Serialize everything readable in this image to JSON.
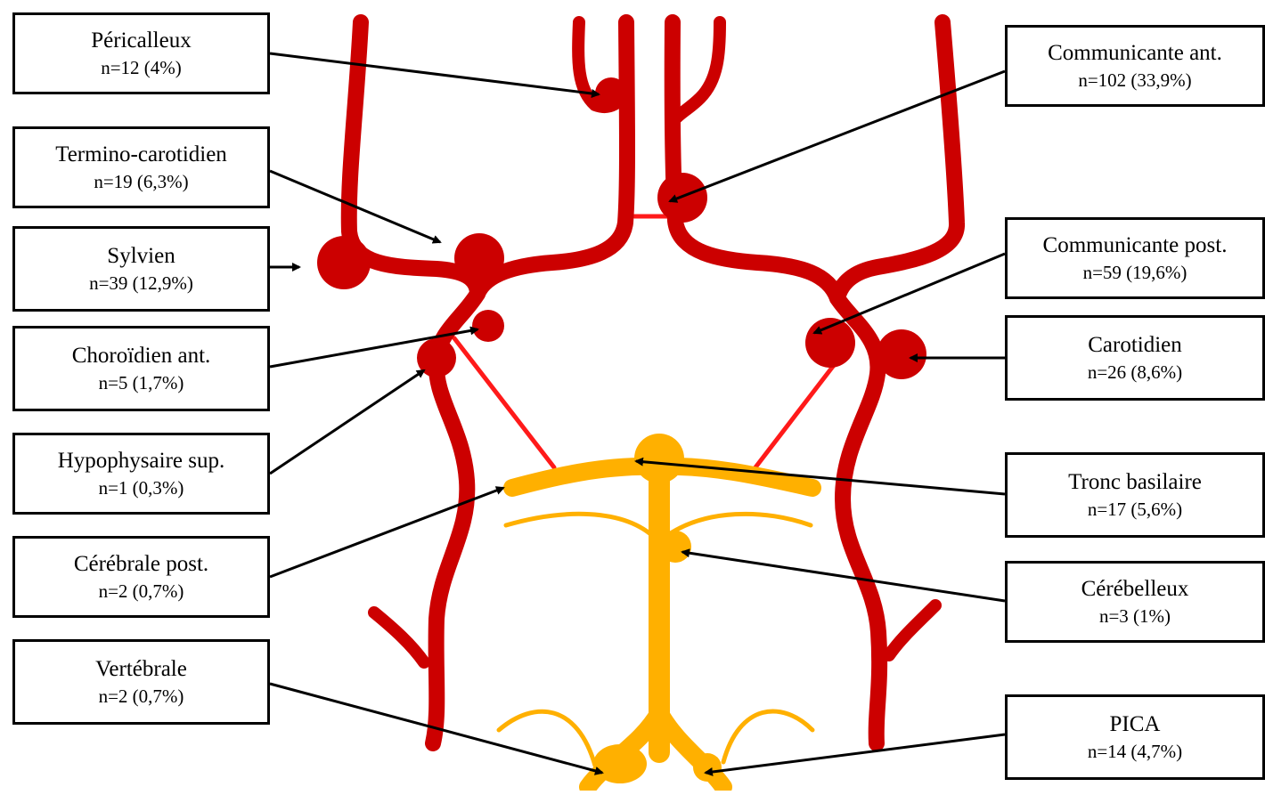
{
  "colors": {
    "carotid_system": "#cc0000",
    "communicating_vessel": "#ff1a1a",
    "vertebrobasilar_system": "#ffb000",
    "box_border": "#000000",
    "arrow": "#000000"
  },
  "labels": {
    "pericalleux": {
      "name": "Péricalleux",
      "count": "n=12 (4%)"
    },
    "termino": {
      "name": "Termino-carotidien",
      "count": "n=19 (6,3%)"
    },
    "sylvien": {
      "name": "Sylvien",
      "count": "n=39 (12,9%)"
    },
    "choroidien": {
      "name": "Choroïdien ant.",
      "count": "n=5 (1,7%)"
    },
    "hypophysaire": {
      "name": "Hypophysaire sup.",
      "count": "n=1 (0,3%)"
    },
    "cerebrale_post": {
      "name": "Cérébrale post.",
      "count": "n=2 (0,7%)"
    },
    "vertebrale": {
      "name": "Vertébrale",
      "count": "n=2 (0,7%)"
    },
    "comm_ant": {
      "name": "Communicante ant.",
      "count": "n=102 (33,9%)"
    },
    "comm_post": {
      "name": "Communicante post.",
      "count": "n=59 (19,6%)"
    },
    "carotidien": {
      "name": "Carotidien",
      "count": "n=26 (8,6%)"
    },
    "tronc_basilaire": {
      "name": "Tronc basilaire",
      "count": "n=17 (5,6%)"
    },
    "cerebelleux": {
      "name": "Cérébelleux",
      "count": "n=3 (1%)"
    },
    "pica": {
      "name": "PICA",
      "count": "n=14 (4,7%)"
    }
  }
}
